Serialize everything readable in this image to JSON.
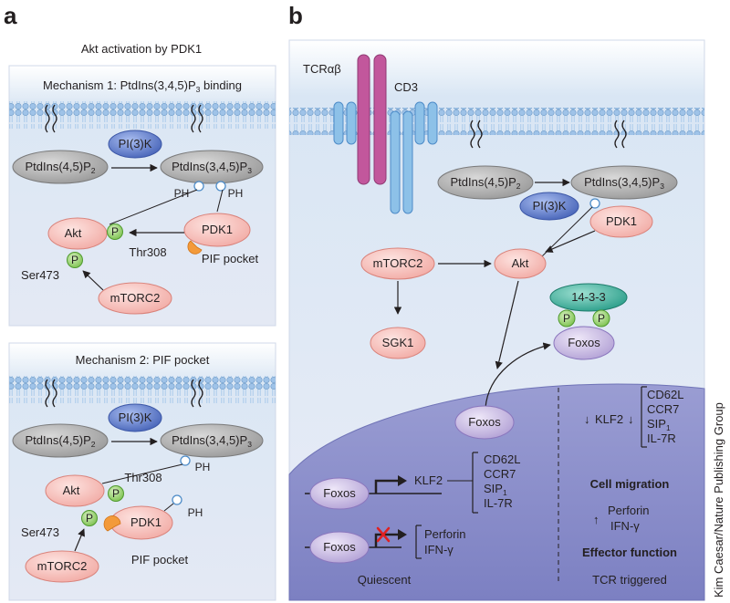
{
  "panel_a": {
    "letter": "a",
    "title": "Akt activation by PDK1",
    "mech1": {
      "title": "Mechanism 1: PtdIns(3,4,5)P",
      "title_sub": "3",
      "title_tail": " binding",
      "pi3k": "PI(3)K",
      "pip2": "PtdIns(4,5)P",
      "pip2_sub": "2",
      "pip3": "PtdIns(3,4,5)P",
      "pip3_sub": "3",
      "ph1": "PH",
      "ph2": "PH",
      "akt": "Akt",
      "p": "P",
      "pdk1": "PDK1",
      "thr308": "Thr308",
      "pif": "PIF pocket",
      "ser473": "Ser473",
      "mtorc2": "mTORC2"
    },
    "mech2": {
      "title": "Mechanism 2: PIF pocket",
      "pi3k": "PI(3)K",
      "pip2": "PtdIns(4,5)P",
      "pip2_sub": "2",
      "pip3": "PtdIns(3,4,5)P",
      "pip3_sub": "3",
      "ph1": "PH",
      "ph2": "PH",
      "akt": "Akt",
      "p": "P",
      "pdk1": "PDK1",
      "thr308": "Thr308",
      "pif": "PIF pocket",
      "ser473": "Ser473",
      "mtorc2": "mTORC2"
    }
  },
  "panel_b": {
    "letter": "b",
    "tcr": "TCRαβ",
    "cd3": "CD3",
    "pip2": "PtdIns(4,5)P",
    "pip2_sub": "2",
    "pip3": "PtdIns(3,4,5)P",
    "pip3_sub": "3",
    "pi3k": "PI(3)K",
    "pdk1": "PDK1",
    "mtorc2": "mTORC2",
    "akt": "Akt",
    "sgk1": "SGK1",
    "protein_1433": "14-3-3",
    "p": "P",
    "foxos": "Foxos",
    "klf2": "KLF2",
    "targets_up": [
      "CD62L",
      "CCR7",
      "SIP",
      "IL-7R"
    ],
    "sip_sub": "1",
    "perforin": "Perforin",
    "ifng": "IFN-γ",
    "quiescent": "Quiescent",
    "tcr_triggered": "TCR triggered",
    "down_arrow": "↓",
    "up_arrow": "↑",
    "cell_migration": "Cell migration",
    "effector_function": "Effector function",
    "credit": "Kim Caesar/Nature Publishing Group"
  },
  "colors": {
    "membrane_blue": "#9fc3e8",
    "cytoplasm": "#e8ecf6",
    "nucleus": "#8f92cc",
    "gray_lipid": "#b4b4b4",
    "pi3k_blue": "#5c79c9",
    "pink_protein": "#f7c3bf",
    "green_p": "#a3d67e",
    "purple_foxo": "#c7b8e0",
    "teal_1433": "#44b3a0",
    "tcr_magenta": "#c2579c",
    "cd3_blue": "#8dc1e8",
    "pif_orange": "#f39a3a",
    "red_x": "#e02020"
  }
}
